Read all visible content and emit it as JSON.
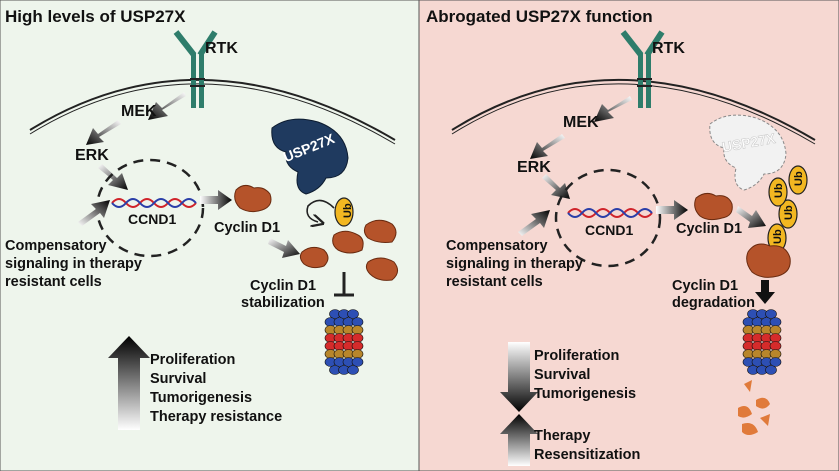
{
  "left_panel": {
    "title": "High levels of USP27X",
    "receptor": "RTK",
    "mek": "MEK",
    "erk": "ERK",
    "gene": "CCND1",
    "enzyme": "USP27X",
    "cyclin": "Cyclin D1",
    "ub": "Ub",
    "comp_lines": [
      "Compensatory",
      "signaling in therapy",
      "resistant cells"
    ],
    "stab_lines": [
      "Cyclin D1",
      "stabilization"
    ],
    "outcomes": [
      "Proliferation",
      "Survival",
      "Tumorigenesis",
      "Therapy resistance"
    ]
  },
  "right_panel": {
    "title": "Abrogated USP27X function",
    "receptor": "RTK",
    "mek": "MEK",
    "erk": "ERK",
    "gene": "CCND1",
    "enzyme": "USP27X",
    "cyclin": "Cyclin D1",
    "ub": "Ub",
    "comp_lines": [
      "Compensatory",
      "signaling in therapy",
      "resistant cells"
    ],
    "deg_lines": [
      "Cyclin D1",
      "degradation"
    ],
    "outcomes_down": [
      "Proliferation",
      "Survival",
      "Tumorigenesis"
    ],
    "outcomes_up": [
      "Therapy",
      "Resensitization"
    ]
  },
  "colors": {
    "left_bg": "#eef5ec",
    "right_bg": "#f6d8d2",
    "receptor": "#2e7d6b",
    "cyclin": "#b5532a",
    "usp27x": "#1f3a5f",
    "ub": "#f2b721"
  }
}
